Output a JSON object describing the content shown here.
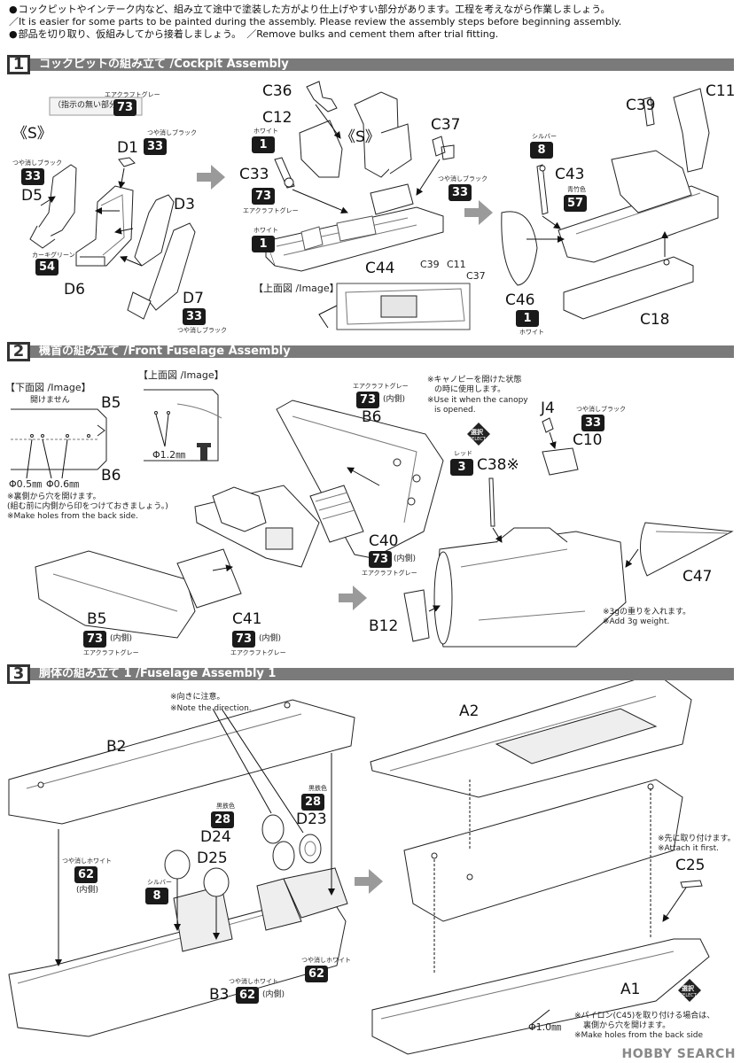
{
  "notes": {
    "paint_jp": "コックピットやインテーク内など、組み立て途中で塗装した方がより仕上げやすい部分があります。工程を考えながら作業しましょう。",
    "paint_en": "It is easier for some parts to be painted during the assembly. Please review the assembly steps before beginning assembly.",
    "fit_jp": "部品を切り取り、仮組みしてから接着しましょう。",
    "fit_en": "Remove bulks and cement them after trial fitting."
  },
  "step1": {
    "num": "1",
    "title": "コックピットの組み立て /Cockpit Assembly",
    "unspecified_jp": "（指示の無い部分）",
    "unspecified_color_jp": "エアクラフトグレー",
    "unspecified_code": "73",
    "s_mark_left": "《S》",
    "s_mark_mid": "《S》",
    "parts": {
      "d1": "D1",
      "d1_color_jp": "つや消しブラック",
      "d1_code": "33",
      "d5": "D5",
      "d5_color_jp": "つや消しブラック",
      "d5_code": "33",
      "d3": "D3",
      "d6": "D6",
      "d6_color_jp": "カーキグリーン",
      "d6_code": "54",
      "d7": "D7",
      "d7_color_jp": "つや消しブラック",
      "d7_code": "33",
      "c36": "C36",
      "c12": "C12",
      "c12_color_jp": "ホワイト",
      "c12_code": "1",
      "c33": "C33",
      "c33_color_jp": "エアクラフトグレー",
      "c33_code": "73",
      "white_color_jp": "ホワイト",
      "white_code": "1",
      "c37": "C37",
      "c37_color_jp": "つや消しブラック",
      "c37_code": "33",
      "c44": "C44",
      "image_label": "【上面図 /Image】",
      "img_c39": "C39",
      "img_c11": "C11",
      "img_c37": "C37",
      "c39": "C39",
      "c11": "C11",
      "c43": "C43",
      "c43_color_jp": "シルバー",
      "c43_code": "8",
      "blue_color_jp": "青竹色",
      "blue_code": "57",
      "c46": "C46",
      "c46_color_jp": "ホワイト",
      "c46_code": "1",
      "c18": "C18"
    }
  },
  "step2": {
    "num": "2",
    "title": "機首の組み立て /Front Fuselage Assembly",
    "bottom_view": "【下面図 /Image】",
    "no_open_jp": "開けません",
    "b5_top": "B5",
    "b6_top": "B6",
    "phi05": "Φ0.5㎜",
    "phi06": "Φ0.6㎜",
    "hole_note_jp": "※裏側から穴を開けます。",
    "hole_note2_jp": "(組む前に内側から印をつけておきましょう。)",
    "hole_note_en": "※Make holes from the back side.",
    "top_view": "【上面図 /Image】",
    "phi12": "Φ1.2㎜",
    "b6_color_jp": "エアクラフトグレー",
    "b6_code": "73",
    "b6_inner": "(内側)",
    "b6": "B6",
    "canopy_jp1": "※キャノピーを開けた状態",
    "canopy_jp2": "の時に使用します。",
    "canopy_en1": "※Use it when the canopy",
    "canopy_en2": "is opened.",
    "select_jp": "選択",
    "select_en": "SELECT",
    "c38_color_jp": "レッド",
    "c38_code": "3",
    "c38": "C38※",
    "j4": "J4",
    "c10_color_jp": "つや消しブラック",
    "c10_code": "33",
    "c10": "C10",
    "c40": "C40",
    "c40_code": "73",
    "c40_inner": "(内側)",
    "c40_color_jp": "エアクラフトグレー",
    "b12": "B12",
    "c47": "C47",
    "weight_jp": "※3gの重りを入れます。",
    "weight_en": "※Add 3g weight.",
    "b5": "B5",
    "b5_code": "73",
    "b5_inner": "(内側)",
    "b5_color_jp": "エアクラフトグレー",
    "c41": "C41",
    "c41_code": "73",
    "c41_inner": "(内側)",
    "c41_color_jp": "エアクラフトグレー"
  },
  "step3": {
    "num": "3",
    "title": "胴体の組み立て 1 /Fuselage Assembly 1",
    "direction_jp": "※向きに注意。",
    "direction_en": "※Note the direction.",
    "b2": "B2",
    "d23": "D23",
    "d23_color_jp": "黒鉄色",
    "d23_code": "28",
    "d24": "D24",
    "d24_color_jp": "黒鉄色",
    "d24_code": "28",
    "d25": "D25",
    "d25_color_jp": "シルバー",
    "d25_code": "8",
    "flat_white_jp": "つや消しホワイト",
    "flat_white_code": "62",
    "inner": "(内側)",
    "b3": "B3",
    "b3_color_jp": "つや消しホワイト",
    "b3_code": "62",
    "b3_inner": "(内側)",
    "right_white_jp": "つや消しホワイト",
    "right_white_code": "62",
    "a2": "A2",
    "first_jp": "※先に取り付けます。",
    "first_en": "※Attach it first.",
    "c25": "C25",
    "a1": "A1",
    "phi10": "Φ1.0㎜",
    "pylon_jp1": "※パイロン(C45)を取り付ける場合は、",
    "pylon_jp2": "裏側から穴を開けます。",
    "pylon_en": "※Make holes from the back side",
    "watermark": "HOBBY SEARCH"
  },
  "colors": {
    "ink": "#111111",
    "bar": "#7a7a7a",
    "badge": "#1a1a1a",
    "arrow": "#9a9a9a"
  }
}
